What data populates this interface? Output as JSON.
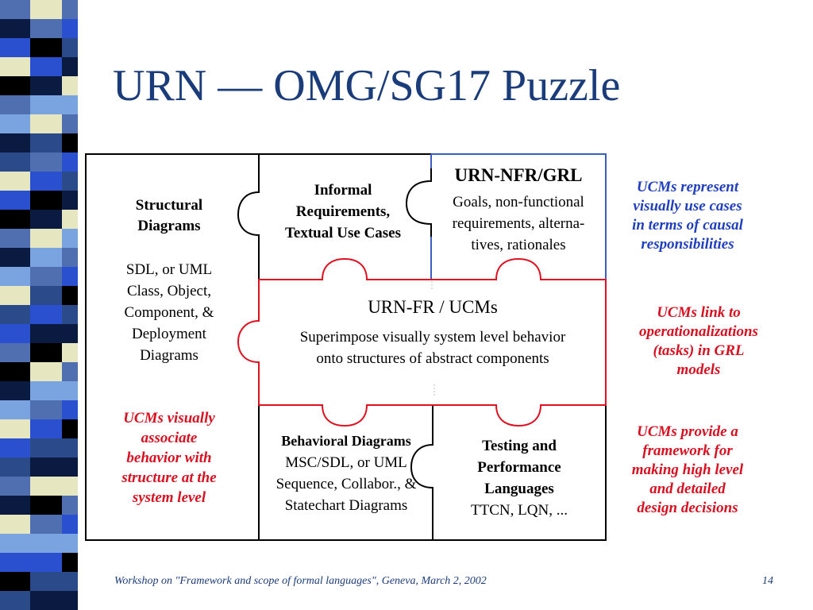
{
  "title": "URN — OMG/SG17 Puzzle",
  "pieces": {
    "structural": {
      "heading": [
        "Structural",
        "Diagrams"
      ],
      "body": [
        "SDL, or UML",
        "Class, Object,",
        "Component, &",
        "Deployment",
        "Diagrams"
      ]
    },
    "informal": {
      "heading": [
        "Informal",
        "Requirements,",
        "Textual Use Cases"
      ]
    },
    "nfr": {
      "heading": "URN-NFR/GRL",
      "body": [
        "Goals, non-functional",
        "requirements, alterna-",
        "tives, rationales"
      ]
    },
    "fr": {
      "heading": "URN-FR / UCMs",
      "body": [
        "Superimpose visually system level behavior",
        "onto structures of abstract components"
      ]
    },
    "behavioral": {
      "heading": "Behavioral Diagrams",
      "body": [
        "MSC/SDL, or UML",
        "Sequence, Collabor., &",
        "Statechart Diagrams"
      ]
    },
    "testing": {
      "heading": [
        "Testing and",
        "Performance",
        "Languages"
      ],
      "body": "TTCN, LQN, ..."
    }
  },
  "notes": {
    "associate": [
      "UCMs visually",
      "associate",
      "behavior with",
      "structure at the",
      "system level"
    ],
    "represent": [
      "UCMs represent",
      "visually use cases",
      "in terms of causal",
      "responsibilities"
    ],
    "link": [
      "UCMs link to",
      "operationalizations",
      "(tasks) in GRL",
      "models"
    ],
    "framework": [
      "UCMs provide a",
      "framework for",
      "making high level",
      "and  detailed",
      "design decisions"
    ]
  },
  "footer": "Workshop on \"Framework and scope of formal languages\", Geneva, March 2, 2002",
  "page_number": "14",
  "colors": {
    "title": "#1b3c7a",
    "nfr_outline": "#3b5ec4",
    "fr_outline": "#e01020",
    "note_blue": "#1f3fbf",
    "note_red": "#d81020",
    "stripes": [
      "#4f6fb0",
      "#0a1a40",
      "#2a50d0",
      "#e6e6c0",
      "#000000",
      "#7aa4e0",
      "#2a4a8a"
    ]
  },
  "icons": [
    "decorative-stripe-bar"
  ]
}
